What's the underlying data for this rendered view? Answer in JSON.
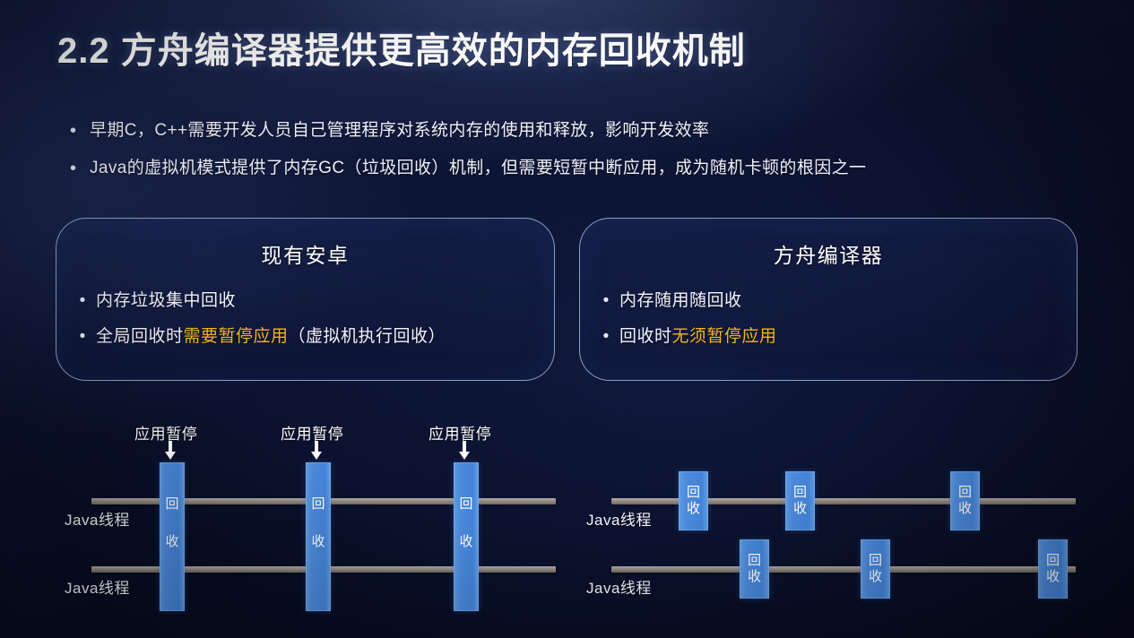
{
  "slide": {
    "title": "2.2 方舟编译器提供更高效的内存回收机制",
    "bullet_marker": "•"
  },
  "intro_bullets": [
    "早期C，C++需要开发人员自己管理程序对系统内存的使用和释放，影响开发效率",
    "Java的虚拟机模式提供了内存GC（垃圾回收）机制，但需要短暂中断应用，成为随机卡顿的根因之一"
  ],
  "cards": {
    "left": {
      "title": "现有安卓",
      "bullets": [
        {
          "pre": "内存垃圾集中回收",
          "highlight": "",
          "post": ""
        },
        {
          "pre": "全局回收时",
          "highlight": "需要暂停应用",
          "post": "（虚拟机执行回收）"
        }
      ]
    },
    "right": {
      "title": "方舟编译器",
      "bullets": [
        {
          "pre": "内存随用随回收",
          "highlight": "",
          "post": ""
        },
        {
          "pre": "回收时",
          "highlight": "无须暂停应用",
          "post": ""
        }
      ]
    }
  },
  "diagram_left": {
    "pause_labels": [
      "应用暂停",
      "应用暂停",
      "应用暂停"
    ],
    "thread_labels": [
      "Java线程",
      "Java线程"
    ],
    "gc_text": [
      "回",
      "收"
    ]
  },
  "diagram_right": {
    "thread_labels": [
      "Java线程",
      "Java线程"
    ],
    "gc_text": [
      "回",
      "收"
    ]
  },
  "colors": {
    "background": "#0a1028",
    "highlight_text": "#f2b718",
    "gc_bar": "#4d8bdd",
    "thread_line": "#8d857e",
    "card_border": "#b0c4f0",
    "body_text": "#eef2fb"
  }
}
